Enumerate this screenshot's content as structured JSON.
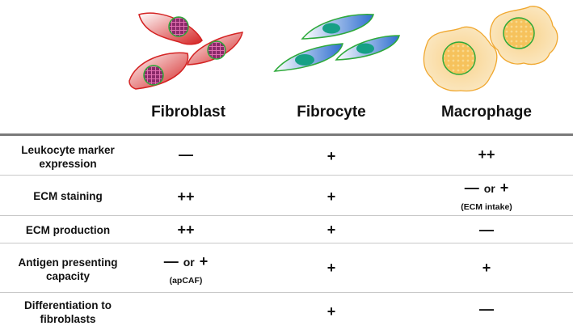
{
  "columns": [
    "Fibroblast",
    "Fibrocyte",
    "Macrophage"
  ],
  "rows": [
    {
      "label_line1": "Leukocyte marker",
      "label_line2": "expression",
      "cells": [
        {
          "symbol": "—",
          "or": "",
          "symbol2": "",
          "note": ""
        },
        {
          "symbol": "+",
          "or": "",
          "symbol2": "",
          "note": ""
        },
        {
          "symbol": "++",
          "or": "",
          "symbol2": "",
          "note": ""
        }
      ]
    },
    {
      "label_line1": "ECM staining",
      "label_line2": "",
      "cells": [
        {
          "symbol": "++",
          "or": "",
          "symbol2": "",
          "note": ""
        },
        {
          "symbol": "+",
          "or": "",
          "symbol2": "",
          "note": ""
        },
        {
          "symbol": "—",
          "or": "or",
          "symbol2": "+",
          "note": "(ECM intake)"
        }
      ]
    },
    {
      "label_line1": "ECM production",
      "label_line2": "",
      "cells": [
        {
          "symbol": "++",
          "or": "",
          "symbol2": "",
          "note": ""
        },
        {
          "symbol": "+",
          "or": "",
          "symbol2": "",
          "note": ""
        },
        {
          "symbol": "—",
          "or": "",
          "symbol2": "",
          "note": ""
        }
      ]
    },
    {
      "label_line1": "Antigen presenting",
      "label_line2": "capacity",
      "cells": [
        {
          "symbol": "—",
          "or": "or",
          "symbol2": "+",
          "note": "(apCAF)"
        },
        {
          "symbol": "+",
          "or": "",
          "symbol2": "",
          "note": ""
        },
        {
          "symbol": "+",
          "or": "",
          "symbol2": "",
          "note": ""
        }
      ]
    },
    {
      "label_line1": "Differentiation to",
      "label_line2": "fibroblasts",
      "cells": [
        {
          "symbol": "",
          "or": "",
          "symbol2": "",
          "note": ""
        },
        {
          "symbol": "+",
          "or": "",
          "symbol2": "",
          "note": ""
        },
        {
          "symbol": "—",
          "or": "",
          "symbol2": "",
          "note": ""
        }
      ]
    }
  ],
  "colors": {
    "fibroblast_edge": "#d42222",
    "fibroblast_nucleus": "#8b2a6a",
    "fibrocyte_body": "#2f6fd0",
    "fibrocyte_nucleus": "#16a085",
    "macrophage_body": "#f4c772",
    "macrophage_nucleus": "#2eaa3a"
  }
}
